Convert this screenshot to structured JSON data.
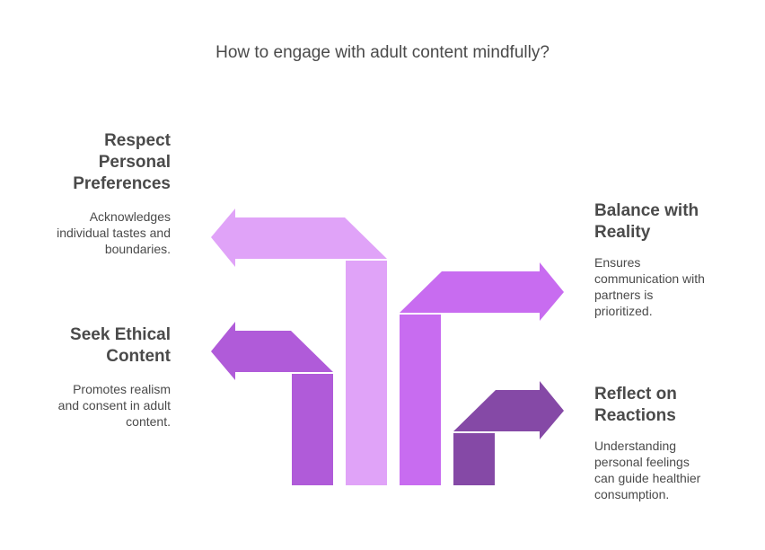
{
  "title": "How to engage with adult content mindfully?",
  "colors": {
    "respect": "#e0a3f8",
    "balance": "#c86cf0",
    "ethical": "#b05bd9",
    "reflect": "#8549a6",
    "text": "#4a4a4a"
  },
  "items": [
    {
      "heading_lines": [
        "Respect",
        "Personal",
        "Preferences"
      ],
      "desc_lines": [
        "Acknowledges",
        "individual tastes and",
        "boundaries."
      ]
    },
    {
      "heading_lines": [
        "Balance with",
        "Reality"
      ],
      "desc_lines": [
        "Ensures",
        "communication with",
        "partners is",
        "prioritized."
      ]
    },
    {
      "heading_lines": [
        "Seek Ethical",
        "Content"
      ],
      "desc_lines": [
        "Promotes realism",
        "and consent in adult",
        "content."
      ]
    },
    {
      "heading_lines": [
        "Reflect on",
        "Reactions"
      ],
      "desc_lines": [
        "Understanding",
        "personal feelings",
        "can guide healthier",
        "consumption."
      ]
    }
  ]
}
